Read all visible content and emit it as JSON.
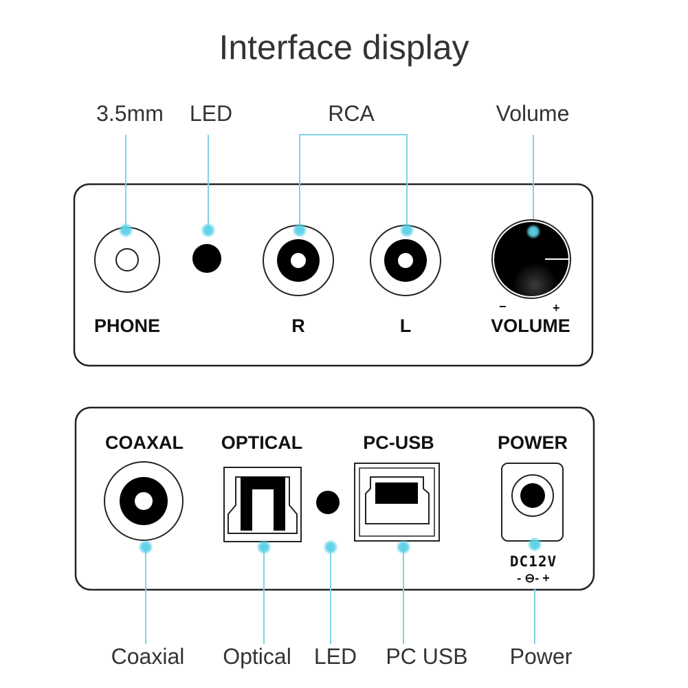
{
  "title": "Interface display",
  "colors": {
    "accent": "#5bd1e8",
    "line": "#7fd3e3",
    "outline": "#222222"
  },
  "front_panel": {
    "callouts": {
      "jack": "3.5mm",
      "led": "LED",
      "rca": "RCA",
      "volume": "Volume"
    },
    "labels": {
      "phone": "PHONE",
      "right": "R",
      "left": "L",
      "volume": "VOLUME",
      "minus": "−",
      "plus": "+"
    }
  },
  "back_panel": {
    "labels": {
      "coaxial": "COAXAL",
      "optical": "OPTICAL",
      "usb": "PC-USB",
      "power": "POWER"
    },
    "power_rating": "DC12V",
    "polarity": "- ⊖- +",
    "callouts": {
      "coaxial": "Coaxial",
      "optical": "Optical",
      "led": "LED",
      "usb": "PC USB",
      "power": "Power"
    }
  }
}
